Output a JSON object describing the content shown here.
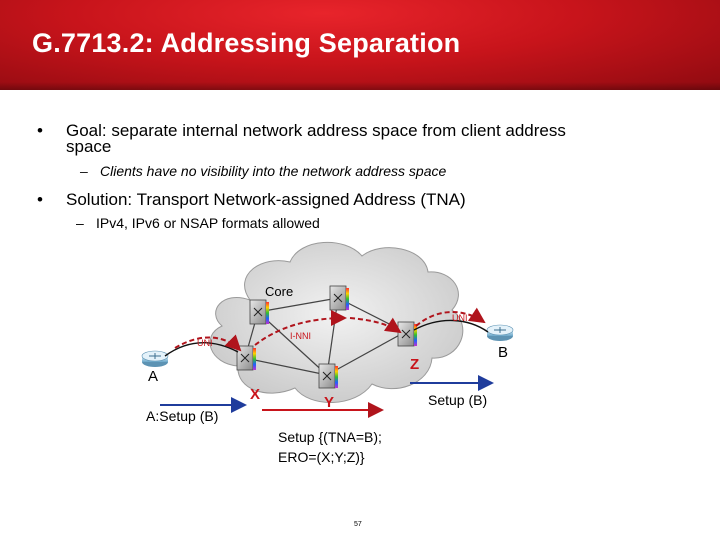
{
  "slide": {
    "title": "G.7713.2: Addressing Separation",
    "page_number": "57"
  },
  "bullets": [
    {
      "text": "Goal: separate internal network address space from client address space",
      "line1": "Goal: separate internal network address space from client address",
      "line2": "space",
      "sub": "Clients have no visibility into the network address space"
    },
    {
      "text": "Solution: Transport Network-assigned Address (TNA)",
      "sub": "IPv4, IPv6 or NSAP formats allowed"
    }
  ],
  "diagram": {
    "core_label": "Core",
    "uni_left": "UNI",
    "uni_right": "UNI",
    "inni": "I-NNI",
    "node_a": "A",
    "node_b": "B",
    "node_x": "X",
    "node_y": "Y",
    "node_z": "Z",
    "setup_a": "A:Setup (B)",
    "setup_b": "Setup (B)",
    "setup_tna_line1": "Setup {(TNA=B);",
    "setup_tna_line2": "ERO=(X;Y;Z)}"
  },
  "colors": {
    "header_red": "#c8141b",
    "arrow_blue": "#1f3c9c",
    "dashed_red": "#b0141c",
    "cloud_gray": "#d4d4d4"
  }
}
